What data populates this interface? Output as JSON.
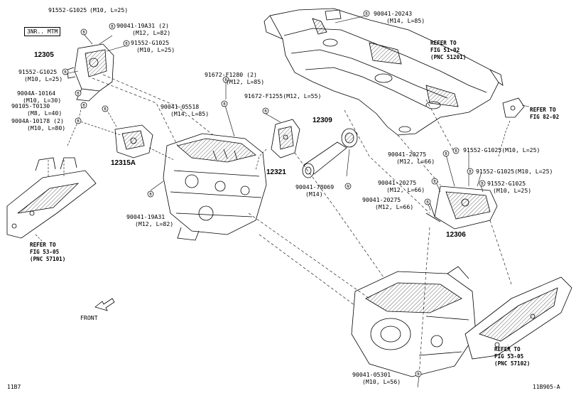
{
  "variant_box": "3NR.. MTM",
  "part_numbers": {
    "p12305": "12305",
    "p12315A": "12315A",
    "p12321": "12321",
    "p12309": "12309",
    "p12306": "12306"
  },
  "callouts": {
    "c1": {
      "code": "91552-G1025",
      "spec": "(M10, L=25)"
    },
    "c2": {
      "code": "90041-19A31 (2)",
      "spec": "(M12, L=82)"
    },
    "c3": {
      "code": "91552-G1025",
      "spec": "(M10, L=25)"
    },
    "c4": {
      "code": "91552-G1025",
      "spec": "(M10, L=25)"
    },
    "c5": {
      "code": "9004A-10164",
      "spec": "(M10, L=30)"
    },
    "c6": {
      "code": "90105-T0130",
      "spec": "(M8, L=40)"
    },
    "c7": {
      "code": "9004A-10178 (2)",
      "spec": "(M10, L=80)"
    },
    "c8": {
      "code": "91672-F1280 (2)",
      "spec": "(M12, L=85)"
    },
    "c9": {
      "code": "91672-F1255",
      "spec": "(M12, L=55)"
    },
    "c10": {
      "code": "90041-05518",
      "spec": "(M14, L=85)"
    },
    "c11": {
      "code": "90041-20243",
      "spec": "(M14, L=85)"
    },
    "c12": {
      "code": "90041-19A31",
      "spec": "(M12, L=82)"
    },
    "c13": {
      "code": "90041-78069",
      "spec": "(M14)"
    },
    "c14": {
      "code": "90041-20275",
      "spec": "(M12, L=66)"
    },
    "c15": {
      "code": "91552-G1025",
      "spec": "(M10, L=25)"
    },
    "c16": {
      "code": "91552-G1025",
      "spec": "(M10, L=25)"
    },
    "c17": {
      "code": "91552-G1025",
      "spec": "(M10, L=25)"
    },
    "c18": {
      "code": "90041-20275",
      "spec": "(M12, L=66)"
    },
    "c19": {
      "code": "90041-20275",
      "spec": "(M12, L=66)"
    },
    "c20": {
      "code": "90041-05301",
      "spec": "(M10, L=56)"
    }
  },
  "markers": {
    "bolt": "B",
    "nut": "N"
  },
  "refers": {
    "r1": {
      "l1": "REFER TO",
      "l2": "FIG 51-02",
      "l3": "(PNC 51201)"
    },
    "r2": {
      "l1": "REFER TO",
      "l2": "FIG 82-02"
    },
    "r3": {
      "l1": "REFER TO",
      "l2": "FIG 53-05",
      "l3": "(PNC 57101)"
    },
    "r4": {
      "l1": "REFER TO",
      "l2": "FIG 53-05",
      "l3": "(PNC 57102)"
    }
  },
  "front_label": "FRONT",
  "footer": {
    "left": "11B7",
    "right": "11B905-A"
  }
}
